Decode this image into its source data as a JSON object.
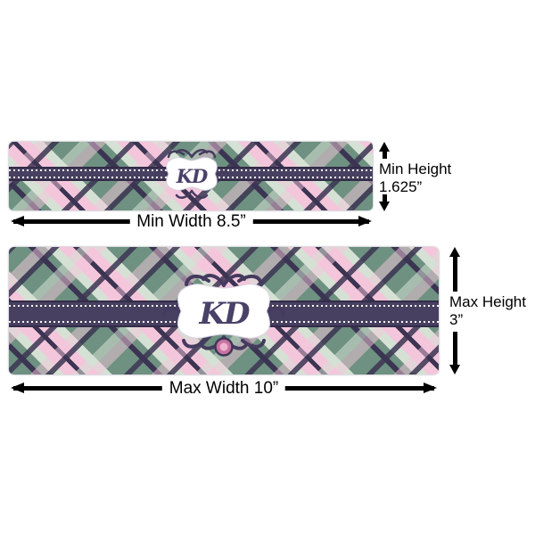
{
  "min_label": {
    "monogram": "KD",
    "width_dimension": "Min Width 8.5”",
    "height_dimension_line1": "Min Height",
    "height_dimension_line2": "1.625”"
  },
  "max_label": {
    "monogram": "KD",
    "width_dimension": "Max Width 10”",
    "height_dimension_line1": "Max Height",
    "height_dimension_line2": "3”"
  },
  "colors": {
    "plaid_green": "#6e9181",
    "plaid_pink": "#f4c6db",
    "plaid_mint": "#d5e1d4",
    "plaid_navy": "#3b3452",
    "plaid_mauve": "#a58da4",
    "ribbon_purple": "#474060",
    "monogram_purple": "#4a4168",
    "ornament_pink": "#c7739f",
    "dimension_text": "#000000",
    "background": "#ffffff"
  }
}
